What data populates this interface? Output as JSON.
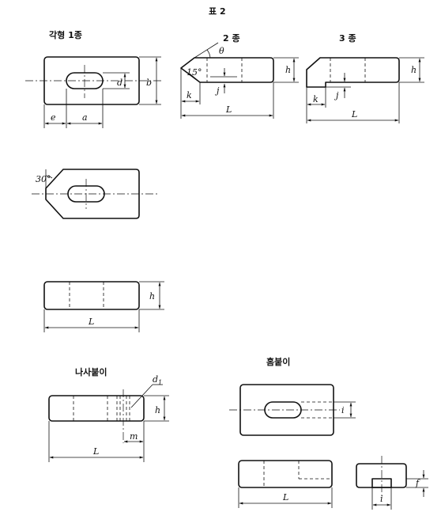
{
  "header": {
    "table_title": "표 2"
  },
  "captions": {
    "type_square_1": "각형   1종",
    "type_2": "2 종",
    "type_3": "3 종",
    "screw": "나사붙이",
    "groove": "홈붙이"
  },
  "dims": {
    "e": "e",
    "a": "a",
    "b": "b",
    "d": "d",
    "h": "h",
    "L": "L",
    "k": "k",
    "j": "j",
    "theta": "θ",
    "angle15": "15°",
    "angle30": "30°",
    "d1": "d",
    "d1_sub": "1",
    "m": "m",
    "i": "i",
    "f": "f"
  }
}
